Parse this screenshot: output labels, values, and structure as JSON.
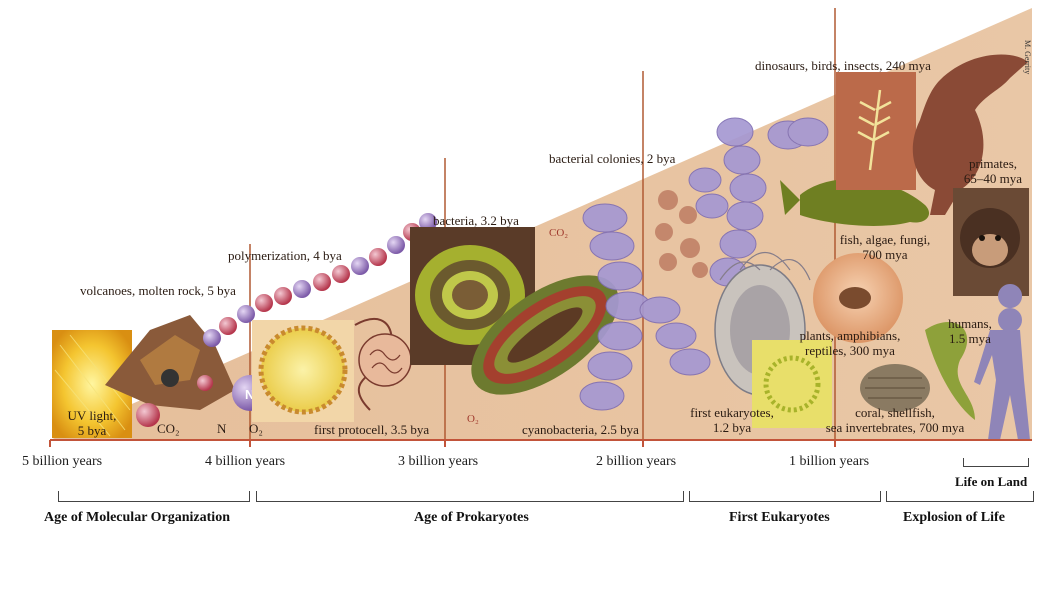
{
  "credit": "M. Gerrity",
  "labels": {
    "volcanoes": "volcanoes, molten rock, 5 bya",
    "uv_light_1": "UV light,",
    "uv_light_2": "5 bya",
    "co2": "CO₂",
    "n": "N",
    "o2": "O₂",
    "polymerization": "polymerization, 4 bya",
    "bacteria": "bacteria, 3.2 bya",
    "co2_small": "CO₂",
    "o2_small": "O₂",
    "first_protocell": "first protocell, 3.5 bya",
    "cyanobacteria": "cyanobacteria, 2.5 bya",
    "bacterial_colonies": "bacterial colonies, 2 bya",
    "first_eukaryotes_1": "first eukaryotes,",
    "first_eukaryotes_2": "1.2 bya",
    "dinosaurs": "dinosaurs, birds, insects, 240 mya",
    "primates_1": "primates,",
    "primates_2": "65–40 mya",
    "fish_1": "fish, algae, fungi,",
    "fish_2": "700 mya",
    "plants_1": "plants, amphibians,",
    "plants_2": "reptiles, 300 mya",
    "humans_1": "humans,",
    "humans_2": "1.5 mya",
    "coral_1": "coral, shellfish,",
    "coral_2": "sea invertebrates, 700 mya"
  },
  "timeline": {
    "ticks": [
      "5 billion years",
      "4 billion years",
      "3 billion years",
      "2 billion years",
      "1 billion years"
    ],
    "life_on_land": "Life on Land"
  },
  "eras": [
    "Age of Molecular Organization",
    "Age of Prokaryotes",
    "First Eukaryotes",
    "Explosion of Life"
  ]
}
